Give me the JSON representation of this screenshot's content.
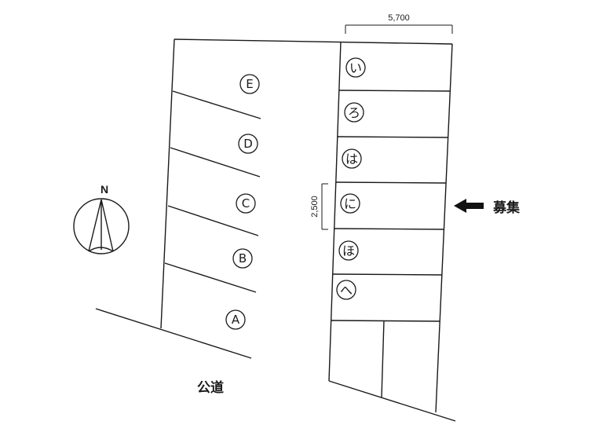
{
  "left_lots": [
    "E",
    "D",
    "C",
    "B",
    "A"
  ],
  "right_lots": [
    "い",
    "ろ",
    "は",
    "に",
    "ほ",
    "へ"
  ],
  "dimensions": {
    "width_label": "5,700",
    "depth_label": "2,500"
  },
  "callout": {
    "label": "募集",
    "target_lot": "に"
  },
  "road": {
    "label": "公道"
  },
  "compass": {
    "label": "N"
  }
}
